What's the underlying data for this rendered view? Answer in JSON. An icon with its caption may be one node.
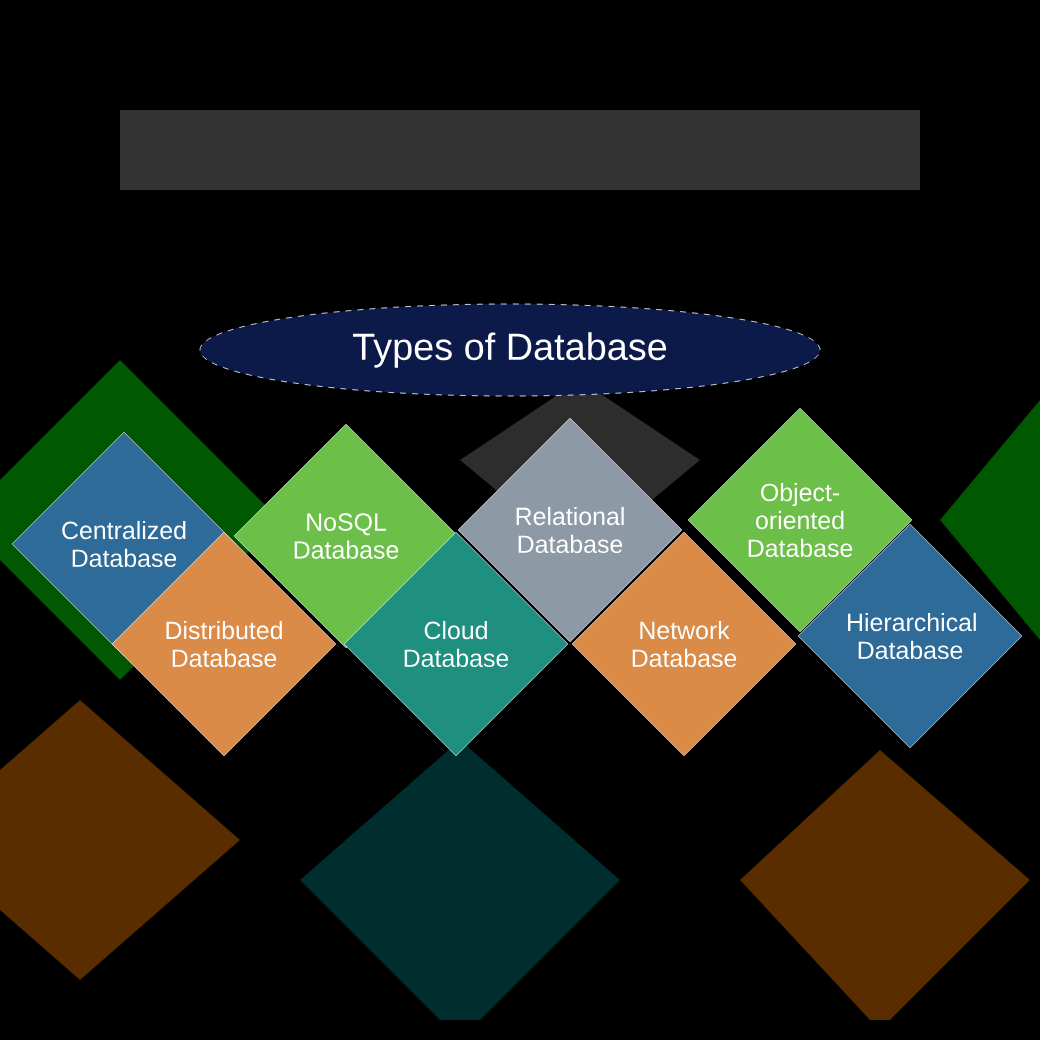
{
  "diagram": {
    "nodes": [
      {
        "text": [
          "Types of Database"
        ]
      },
      {
        "text": [
          "Centralized Database"
        ]
      },
      {
        "text": [
          "Distributed Database"
        ]
      },
      {
        "text": [
          "NoSQL Database"
        ]
      },
      {
        "text": [
          "Cloud Database"
        ]
      },
      {
        "text": [
          "Relational Database"
        ]
      },
      {
        "text": [
          "Network Database"
        ]
      },
      {
        "text": [
          "Object-oriented Database"
        ]
      },
      {
        "text": [
          "Hierarchical Database"
        ]
      }
    ]
  }
}
